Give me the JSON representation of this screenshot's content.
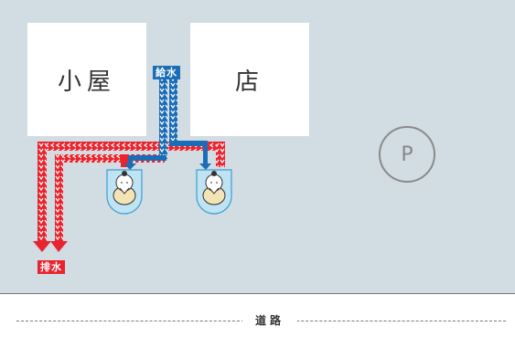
{
  "buildings": {
    "shed_label": "小屋",
    "store_label": "店"
  },
  "pipes": {
    "supply_label": "給水",
    "drain_label": "排水",
    "supply_color": "#1b6db7",
    "drain_color": "#e8252f"
  },
  "parking": {
    "label": "P"
  },
  "road": {
    "label": "道路"
  }
}
